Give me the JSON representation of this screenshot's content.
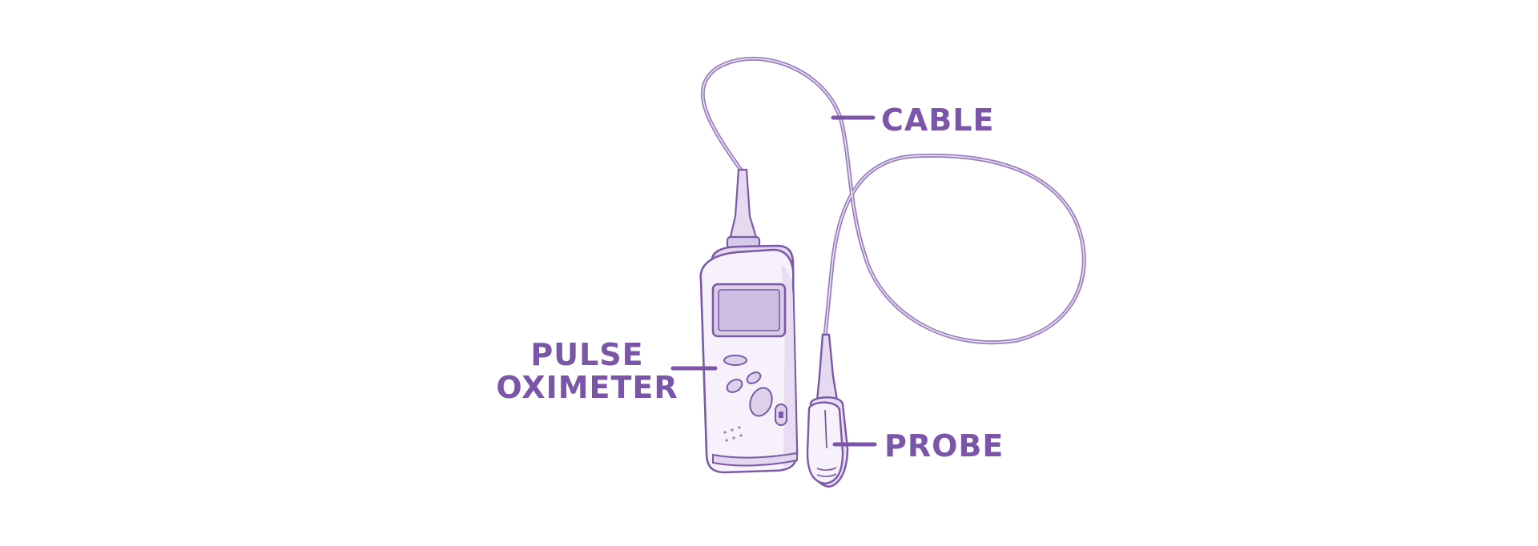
{
  "colors": {
    "ink": "#7a5aa6",
    "label": "#7b55a8",
    "device_fill": "#f7f1fb",
    "device_shade": "#e3d6ee",
    "screen_fill": "#cdbde0",
    "cable": "#9a7fbf",
    "background": "#ffffff"
  },
  "labels": {
    "cable": "CABLE",
    "probe": "PROBE",
    "pulse": "PULSE",
    "oximeter": "OXIMETER"
  },
  "icons": {
    "device": "pulse-oximeter-device",
    "probe": "finger-clip-probe"
  }
}
